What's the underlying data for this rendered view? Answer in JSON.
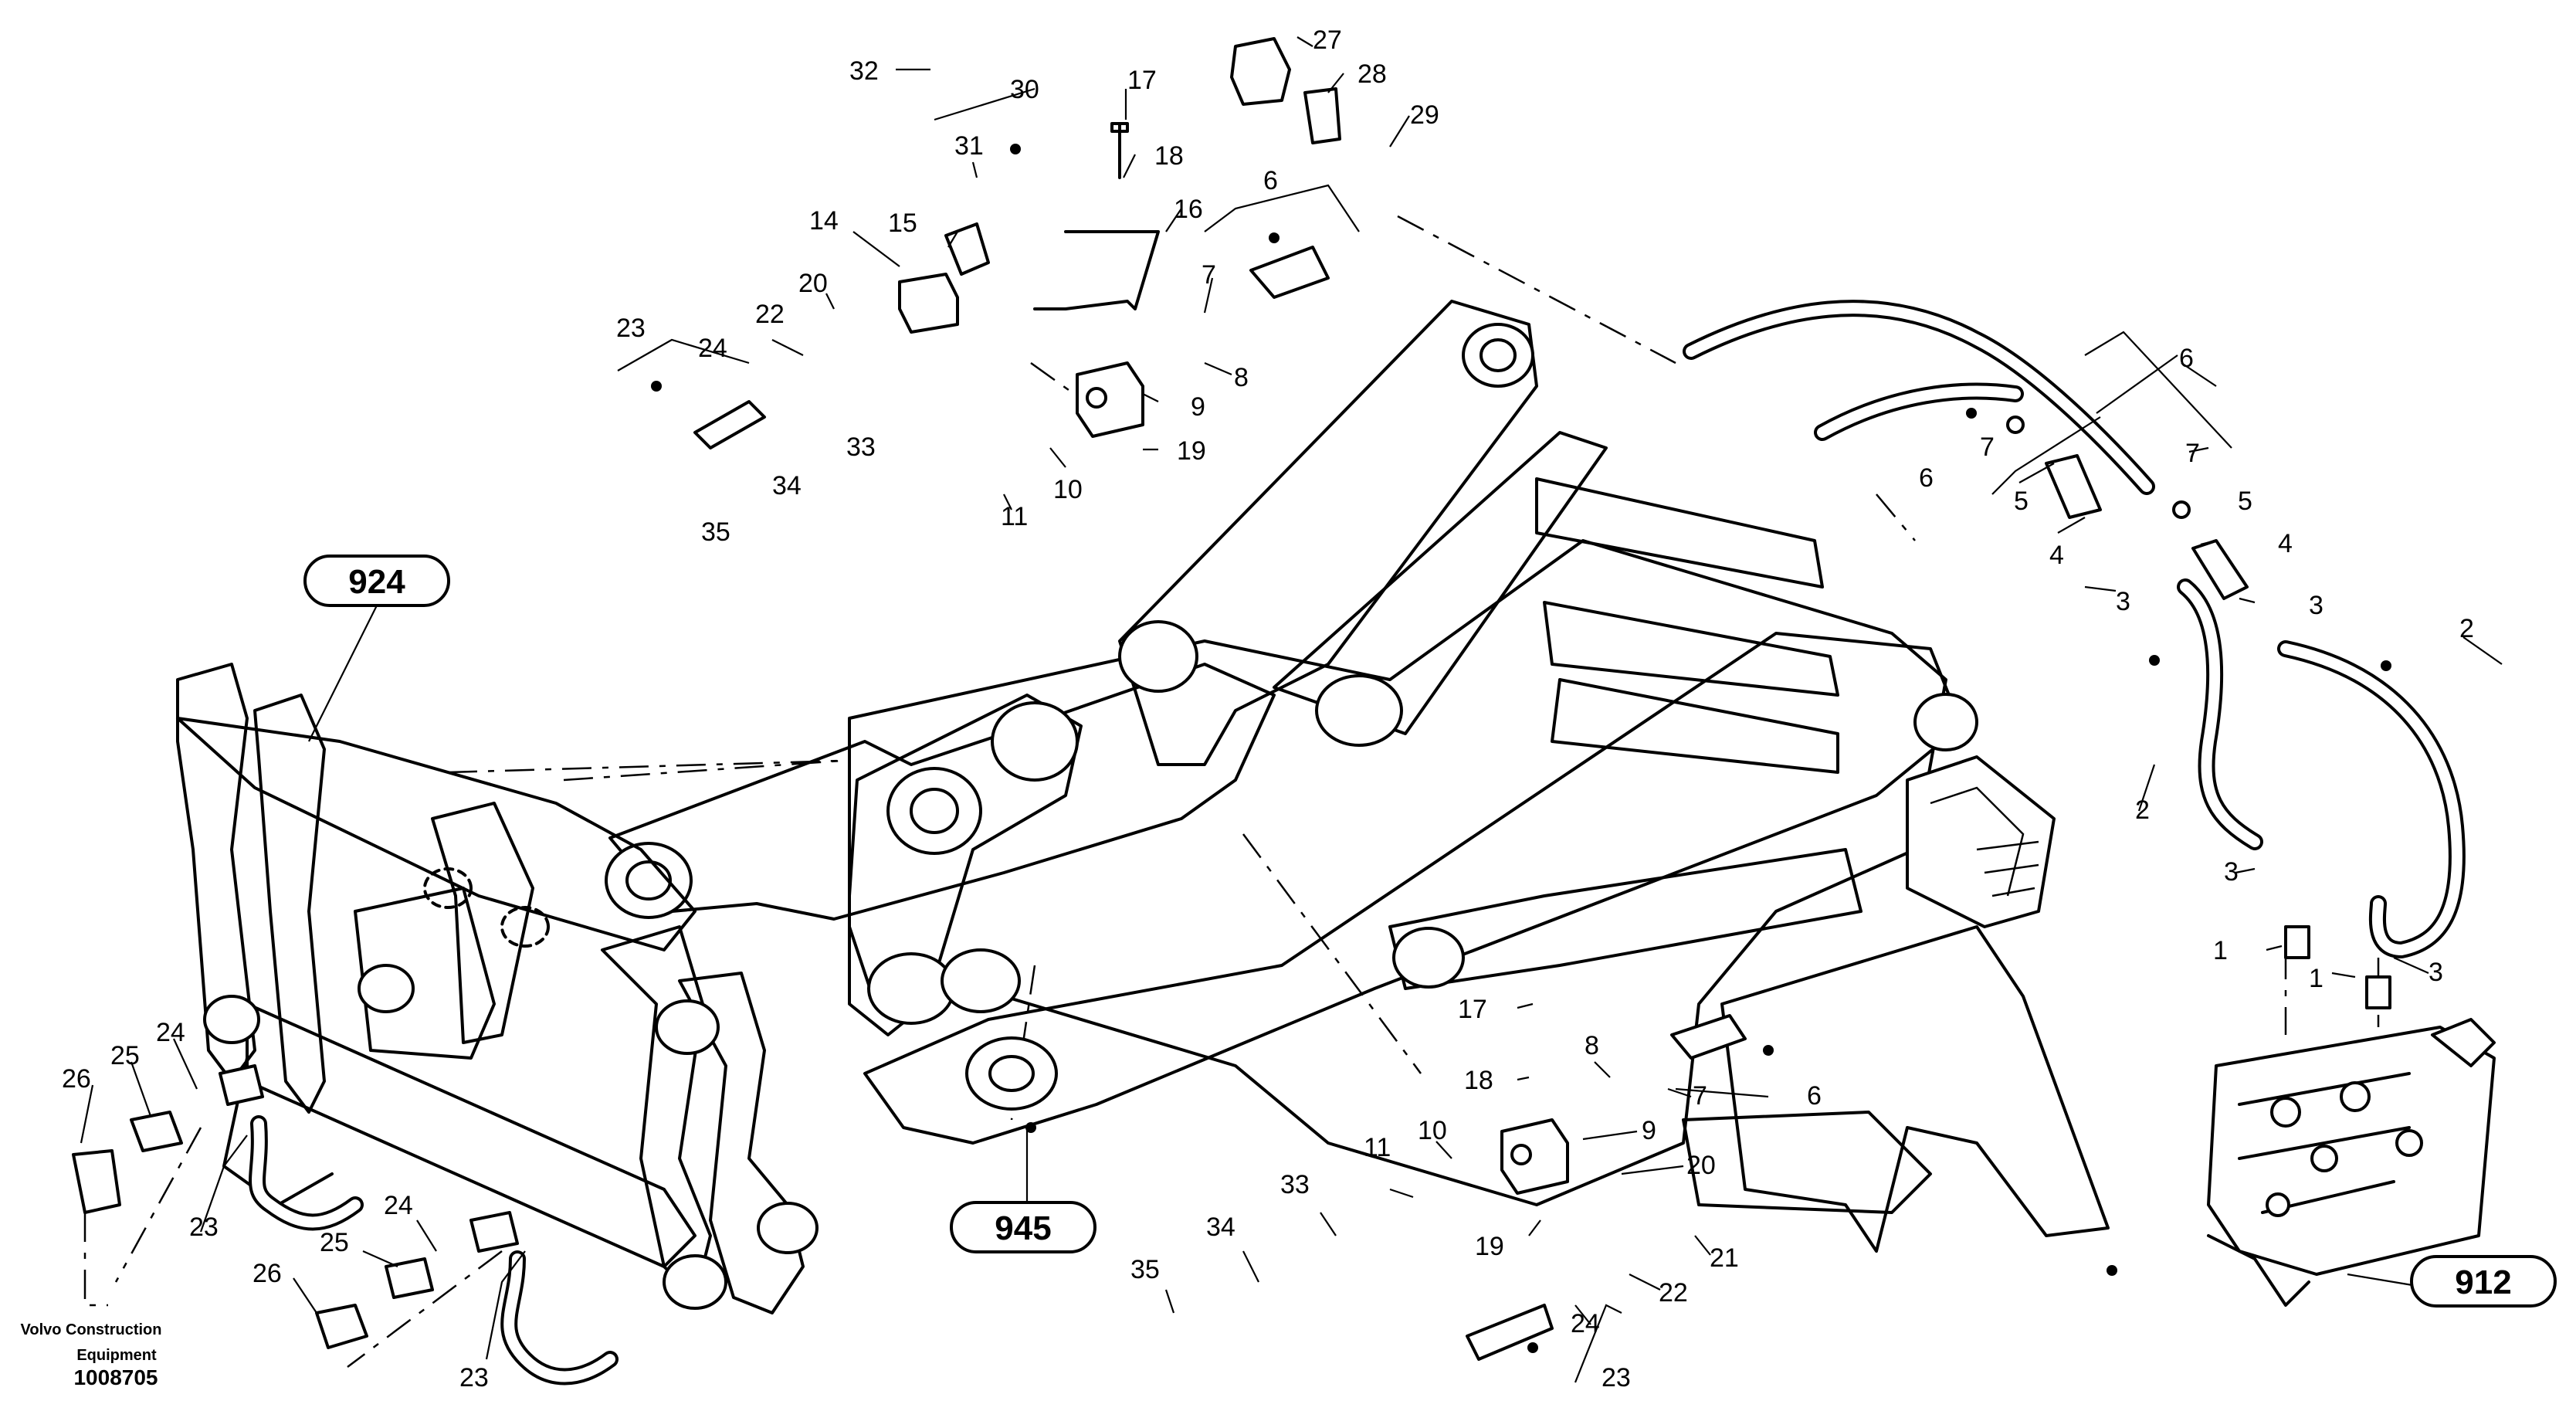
{
  "diagram": {
    "references": [
      "924",
      "945",
      "912"
    ],
    "callouts": {
      "top_group": [
        "32",
        "30",
        "31",
        "17",
        "18",
        "27",
        "28",
        "29",
        "16",
        "15",
        "14",
        "6",
        "7",
        "8",
        "9",
        "19",
        "20",
        "22",
        "23",
        "24",
        "10",
        "11",
        "33",
        "34",
        "35"
      ],
      "right_group": [
        "6",
        "7",
        "5",
        "4",
        "3",
        "6",
        "7",
        "5",
        "4",
        "3",
        "2",
        "2",
        "3",
        "1",
        "1",
        "3"
      ],
      "bottom_group": [
        "17",
        "18",
        "8",
        "7",
        "6",
        "9",
        "20",
        "21",
        "10",
        "11",
        "33",
        "34",
        "35",
        "19",
        "22",
        "24",
        "23"
      ],
      "left_group": [
        "24",
        "25",
        "26",
        "23",
        "24",
        "25",
        "26",
        "23"
      ]
    },
    "footer": {
      "company_line1": "Volvo Construction",
      "company_line2": "Equipment",
      "drawing_number": "1008705"
    }
  }
}
